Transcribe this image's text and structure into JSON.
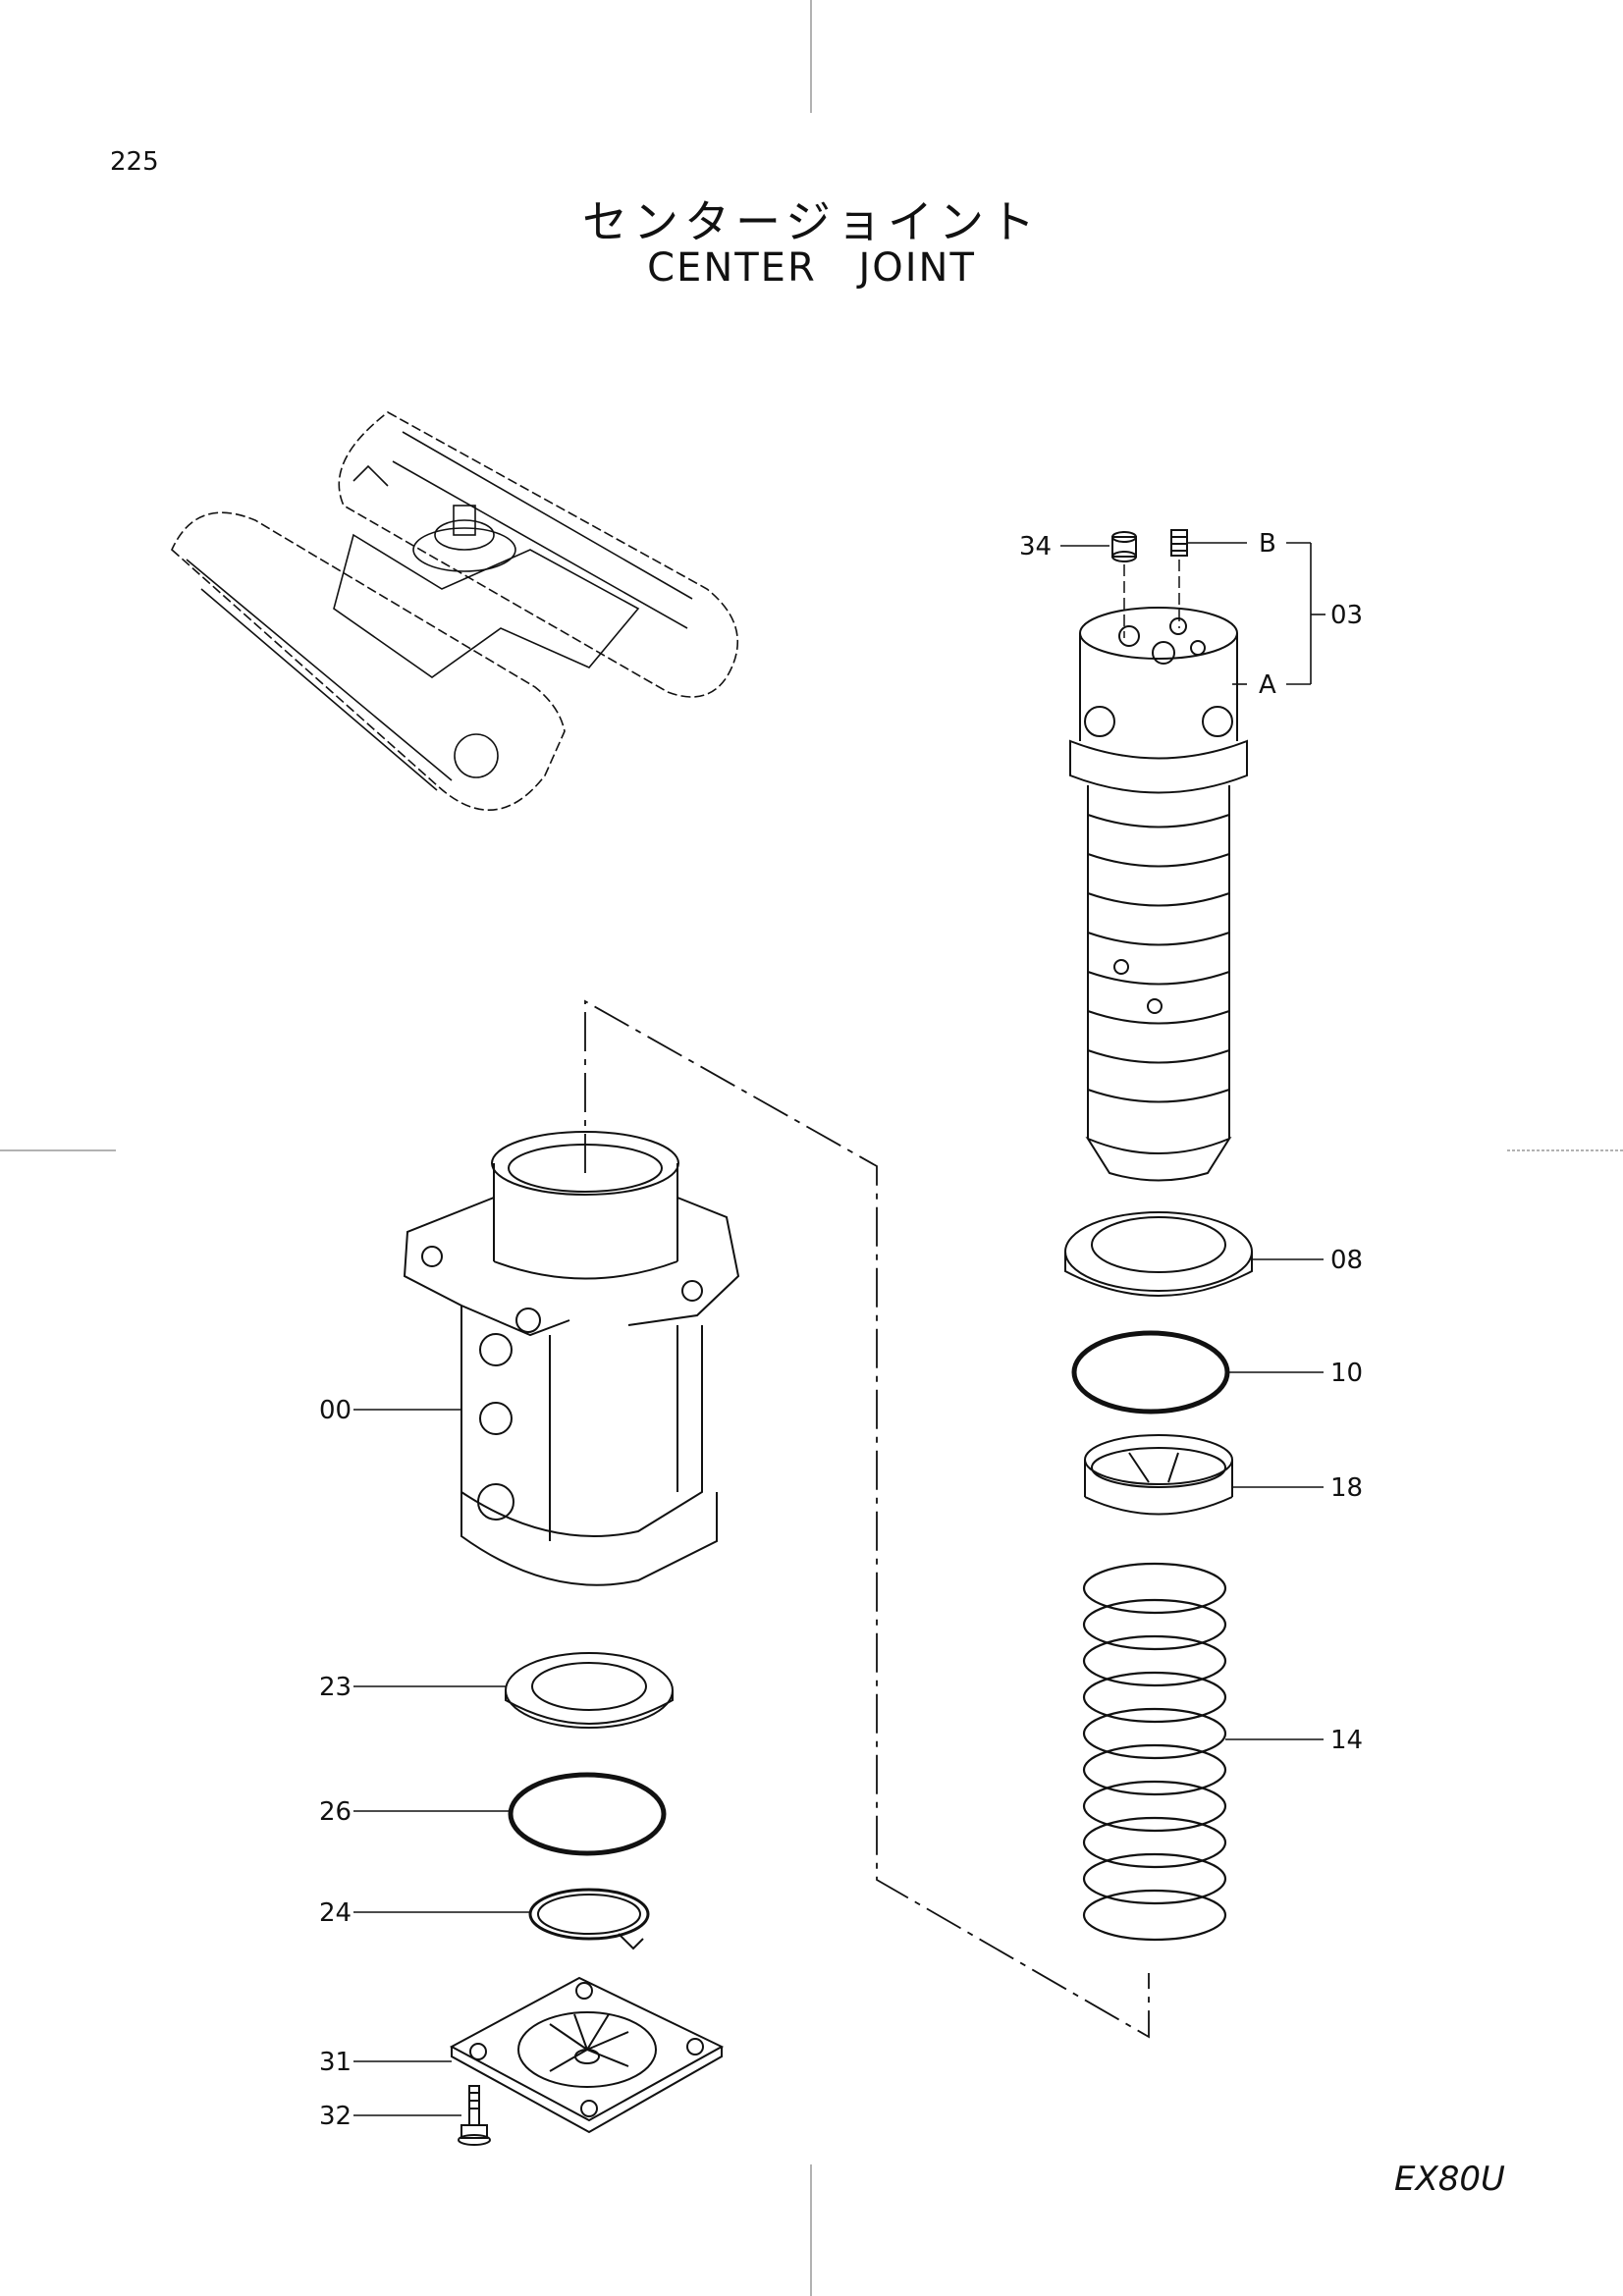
{
  "page": {
    "number": "225",
    "title_jp": "センタージョイント",
    "title_en": "CENTER   JOINT",
    "model": "EX80U"
  },
  "callouts": {
    "c34": "34",
    "cB": "B",
    "c03": "03",
    "cA": "A",
    "c08": "08",
    "c10": "10",
    "c18": "18",
    "c14": "14",
    "c00": "00",
    "c23": "23",
    "c26": "26",
    "c24": "24",
    "c31": "31",
    "c32": "32"
  },
  "colors": {
    "line": "#111111",
    "background": "#ffffff"
  }
}
